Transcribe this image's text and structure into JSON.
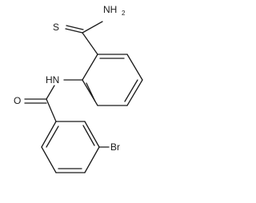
{
  "molecule": {
    "atom_labels": {
      "nh2": "NH",
      "nh2_subscript": "2",
      "thione_s": "S",
      "amide_nh": "HN",
      "carbonyl_o": "O",
      "bromine": "Br"
    }
  },
  "colors": {
    "bond": "#1a1a1a",
    "background": "#ffffff"
  }
}
